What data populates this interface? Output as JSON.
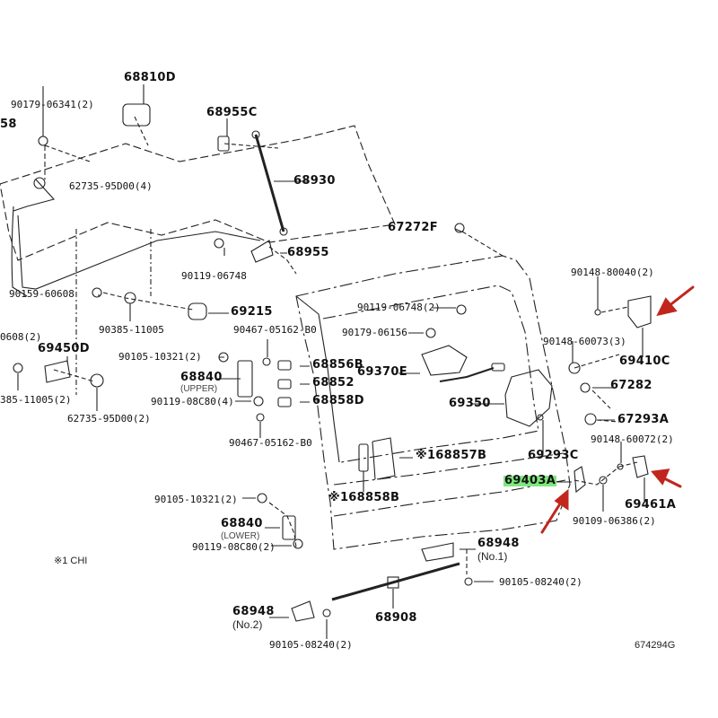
{
  "diagram": {
    "type": "exploded parts diagram",
    "subject": "back door (tailgate) lock, hinge and stay assembly",
    "reference_code": "674294G",
    "footnote": "※1  CHI",
    "highlighted_part": "69403A",
    "highlight_color": "#7ee87e",
    "arrow_color": "#c0261e",
    "parts": {
      "p68810D": "68810D",
      "p90179_06341": "90179-06341(2)",
      "p68955C": "68955C",
      "p68930": "68930",
      "p62735_95D00_4": "62735-95D00(4)",
      "p68955": "68955",
      "p90119_06748_a": "90119-06748",
      "p90159_60608": "90159-60608",
      "p90385_11005": "90385-11005",
      "p69215": "69215",
      "p0608_2": "0608(2)",
      "p69450D": "69450D",
      "p385_11005_2": "385-11005(2)",
      "p62735_95D00_2": "62735-95D00(2)",
      "p90467_05162_a": "90467-05162-B0",
      "p90105_10321_a": "90105-10321(2)",
      "p68856B": "68856B",
      "p68840_upper": "68840",
      "upper_note": "(UPPER)",
      "p68852": "68852",
      "p90119_08C80_a": "90119-08C80(4)",
      "p68858D": "68858D",
      "p90467_05162_b": "90467-05162-B0",
      "p67272F": "67272F",
      "p90119_06748_2": "90119-06748(2)",
      "p90179_06156": "90179-06156",
      "p69370E": "69370E",
      "p69350": "69350",
      "p90148_80040": "90148-80040(2)",
      "p69410C": "69410C",
      "p90148_60073": "90148-60073(3)",
      "p67282": "67282",
      "p67293A": "67293A",
      "p90148_60072": "90148-60072(2)",
      "p68857B": "※168857B",
      "p69293C": "69293C",
      "p69403A": "69403A",
      "p69461A": "69461A",
      "p90109_06386": "90109-06386(2)",
      "p68858B": "※168858B",
      "p90105_10321_b": "90105-10321(2)",
      "p68840_lower": "68840",
      "lower_note": "(LOWER)",
      "p90119_08C80_b": "90119-08C80(2)",
      "p68948_no1": "68948",
      "no1_note": "(No.1)",
      "p90105_08240_a": "90105-08240(2)",
      "p68948_no2": "68948",
      "no2_note": "(No.2)",
      "p68908": "68908",
      "p90105_08240_b": "90105-08240(2)",
      "p58_partial": "58"
    }
  }
}
